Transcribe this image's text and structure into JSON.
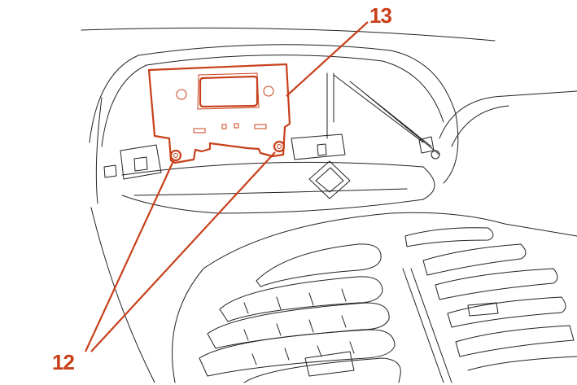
{
  "figure": {
    "callouts": [
      {
        "id": "callout-13",
        "text": "13"
      },
      {
        "id": "callout-12",
        "text": "12"
      }
    ],
    "colors": {
      "callout": "#c8401a",
      "line": "#222222"
    }
  }
}
